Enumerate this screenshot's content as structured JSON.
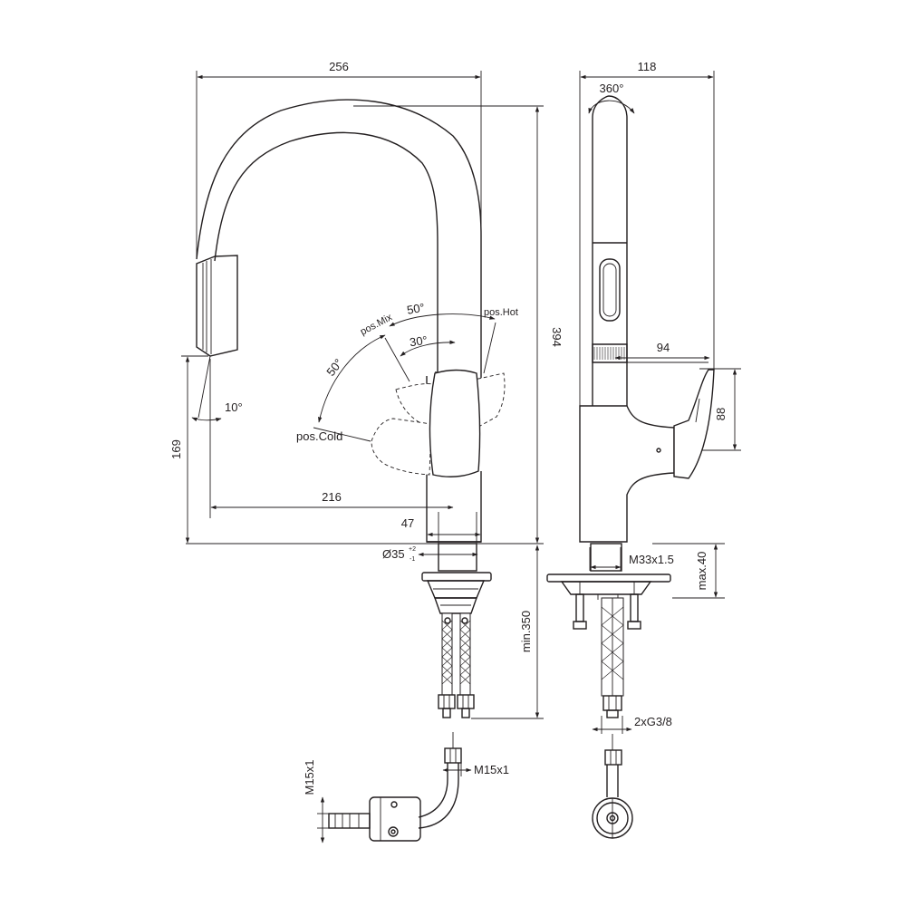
{
  "labels": {
    "width_256": "256",
    "width_118": "118",
    "rotate_360": "360°",
    "height_394": "394",
    "height_169": "169",
    "width_216": "216",
    "width_47": "47",
    "dia_35": "Ø35",
    "dia_tol_plus": "+2",
    "dia_tol_minus": "-1",
    "angle_10": "10°",
    "angle_50_left": "50°",
    "angle_50_top": "50°",
    "angle_30": "30°",
    "pos_cold": "pos.Cold",
    "pos_mix": "pos.Mix",
    "pos_hot": "pos.Hot",
    "depth_94": "94",
    "height_88": "88",
    "thread_m33": "M33x1.5",
    "max_40": "max.40",
    "min_350": "min.350",
    "thread_g38": "2xG3/8",
    "thread_m15_right": "M15x1",
    "thread_m15_left": "M15x1"
  }
}
